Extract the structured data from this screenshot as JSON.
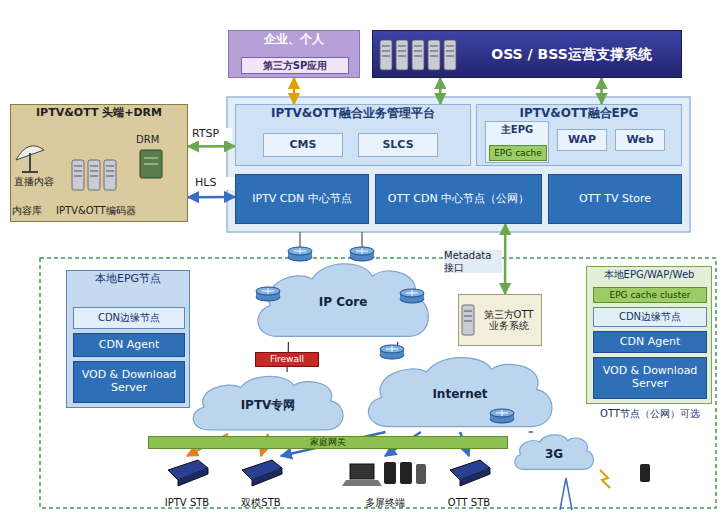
{
  "diagram": {
    "nodes": [
      {
        "text": [
          "企业、个人"
        ]
      },
      {
        "text": [
          "第三方SP应用"
        ],
        "in": 0
      },
      {
        "text": [
          "OSS / BSS运营支撑系统"
        ]
      },
      {
        "text": [
          "IPTV&OTT 头端+DRM"
        ]
      },
      {
        "text": [
          "IPTV&OTT融合业务管理平台"
        ]
      },
      {
        "text": [
          "CMS"
        ],
        "in": 4
      },
      {
        "text": [
          "SLCS"
        ],
        "in": 4
      },
      {
        "text": [
          "IPTV&OTT融合EPG"
        ]
      },
      {
        "text": [
          "主EPG"
        ],
        "in": 7
      },
      {
        "text": [
          "EPG cache"
        ],
        "in": 8
      },
      {
        "text": [
          "WAP"
        ],
        "in": 7
      },
      {
        "text": [
          "Web"
        ],
        "in": 7
      },
      {
        "text": [
          "IPTV CDN 中心节点"
        ]
      },
      {
        "text": [
          "OTT CDN 中心节点（公网）"
        ]
      },
      {
        "text": [
          "OTT TV Store"
        ]
      },
      {
        "text": [
          "本地EPG节点"
        ]
      },
      {
        "text": [
          "CDN边缘节点"
        ],
        "in": 15
      },
      {
        "text": [
          "CDN Agent"
        ],
        "in": 15
      },
      {
        "text": [
          "VOD & Download Server"
        ],
        "in": 15
      },
      {
        "text": [
          "IP Core"
        ]
      },
      {
        "text": [
          "Firewall"
        ]
      },
      {
        "text": [
          "IPTV专网"
        ]
      },
      {
        "text": [
          "Internet"
        ]
      },
      {
        "text": [
          "第三方OTT业务系统"
        ]
      },
      {
        "text": [
          "本地EPG/WAP/Web"
        ]
      },
      {
        "text": [
          "EPG cache cluster"
        ],
        "in": 24
      },
      {
        "text": [
          "CDN边缘节点"
        ],
        "in": 24
      },
      {
        "text": [
          "CDN Agent"
        ],
        "in": 24
      },
      {
        "text": [
          "VOD & Download Server"
        ],
        "in": 24
      },
      {
        "text": [
          "3G"
        ]
      },
      {
        "text": [
          "家庭网关"
        ]
      },
      {
        "text": [
          "IPTV STB"
        ]
      },
      {
        "text": [
          "双模STB"
        ]
      },
      {
        "text": [
          "多屏终端"
        ]
      },
      {
        "text": [
          "OTT STB"
        ]
      }
    ],
    "edges": [
      {
        "from": 0,
        "to": 4,
        "arrow": "both"
      },
      {
        "from": 2,
        "to": 4,
        "arrow": "both"
      },
      {
        "from": 2,
        "to": 7,
        "arrow": "both"
      },
      {
        "from": 3,
        "to": 4,
        "label": "RTSP",
        "arrow": "both"
      },
      {
        "from": 3,
        "to": 12,
        "label": "HLS",
        "arrow": "both"
      },
      {
        "from": 23,
        "to": 13,
        "label": "Metadata 接口",
        "arrow": "both"
      },
      {
        "from": 19,
        "to": 20,
        "arrow": "none"
      },
      {
        "from": 20,
        "to": 21,
        "arrow": "none"
      },
      {
        "from": 19,
        "to": 22,
        "arrow": "none"
      },
      {
        "from": 22,
        "to": 29,
        "arrow": "none"
      },
      {
        "from": 21,
        "to": 31,
        "arrow": "to"
      },
      {
        "from": 21,
        "to": 32,
        "arrow": "to"
      },
      {
        "from": 22,
        "to": 32,
        "arrow": "to"
      },
      {
        "from": 22,
        "to": 33,
        "arrow": "to"
      },
      {
        "from": 22,
        "to": 34,
        "arrow": "to"
      }
    ],
    "labels": [
      "直播内容",
      "内容库",
      "IPTV&OTT编码器",
      "DRM",
      "OTT节点（公网）可选"
    ]
  }
}
